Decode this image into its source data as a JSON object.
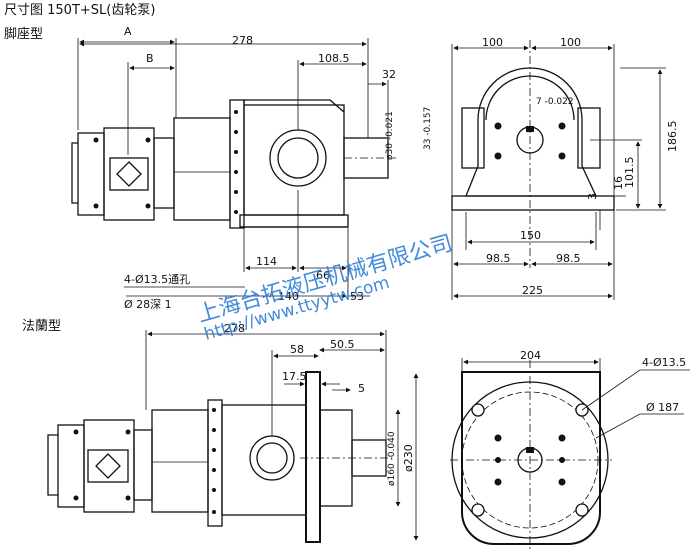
{
  "header": {
    "title": "尺寸图 150T+SL(齿轮泵)",
    "foot_type": "脚座型",
    "flange_type": "法蘭型"
  },
  "watermark": {
    "company": "上海台拓液压机械有限公司",
    "url": "http://www.ttyytw.com"
  },
  "foot_view": {
    "label_a": "A",
    "label_b": "B",
    "dim_278": "278",
    "dim_108_5": "108.5",
    "dim_32": "32",
    "tol_shaft_30": "ø30 -0.021",
    "dim_33": "33 -0.157",
    "dim_114": "114",
    "dim_66": "66",
    "dim_140": "140",
    "dim_53": "53",
    "note_holes": "4-Ø13.5通孔",
    "note_depth": "Ø 28深 1"
  },
  "foot_end_view": {
    "dim_100_left": "100",
    "dim_100_right": "100",
    "dim_key": "7 -0.022",
    "dim_186_5": "186.5",
    "dim_101_5": "101.5",
    "dim_16": "16",
    "dim_3": "3",
    "dim_150": "150",
    "dim_98_5_left": "98.5",
    "dim_98_5_right": "98.5",
    "dim_225": "225"
  },
  "flange_view": {
    "dim_278": "278",
    "dim_58": "58",
    "dim_50_5": "50.5",
    "dim_17_5": "17.5",
    "dim_5": "5",
    "dim_160": "ø160 -0.040",
    "dim_230": "ø230"
  },
  "flange_end_view": {
    "dim_204": "204",
    "holes": "4-Ø13.5",
    "pcd": "Ø 187"
  }
}
